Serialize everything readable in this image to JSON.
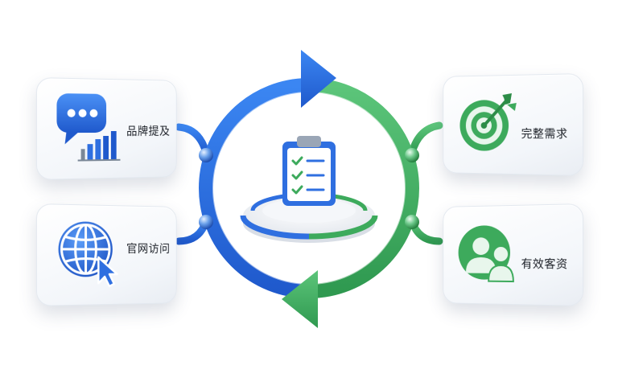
{
  "cards": [
    {
      "label": "品牌提及",
      "icon": "chat-bubble-chart-icon"
    },
    {
      "label": "官网访问",
      "icon": "globe-cursor-icon"
    },
    {
      "label": "完整需求",
      "icon": "target-arrow-icon"
    },
    {
      "label": "有效客资",
      "icon": "users-icon"
    }
  ],
  "colors": {
    "blue": "#2f6fe0",
    "green": "#3daa5c",
    "card_bg": "#f3f6fa",
    "text": "#1b1f26"
  },
  "center": {
    "icon": "clipboard-checklist-icon"
  }
}
